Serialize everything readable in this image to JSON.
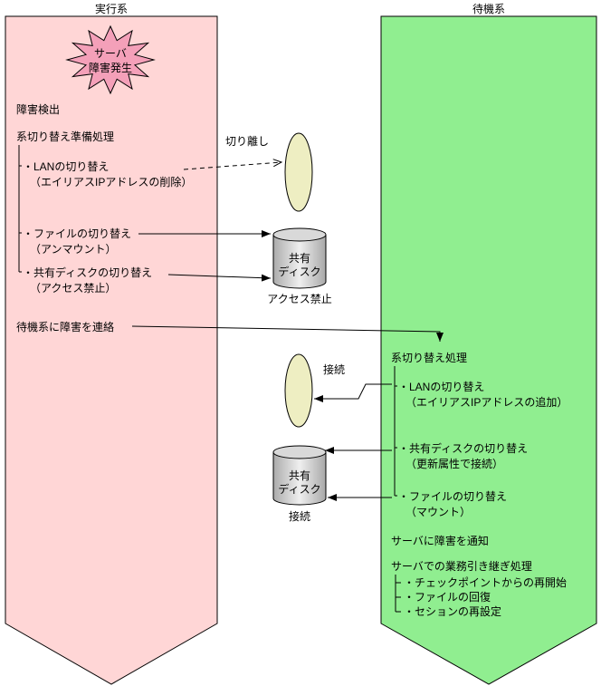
{
  "colors": {
    "active_panel": "#FFD6D6",
    "standby_panel": "#90EE90",
    "burst": "#F4A0B9",
    "lan_ellipse": "#EEEEC2",
    "disk_top": "#D9D9D9"
  },
  "active": {
    "title": "実行系",
    "burst_line1": "サーバ",
    "burst_line2": "障害発生",
    "detect": "障害検出",
    "prep_header": "系切り替え準備処理",
    "step_lan": "・LANの切り替え",
    "step_lan_sub": "（エイリアスIPアドレスの削除）",
    "step_file": "・ファイルの切り替え",
    "step_file_sub": "（アンマウント）",
    "step_disk": "・共有ディスクの切り替え",
    "step_disk_sub": "（アクセス禁止）",
    "notify": "待機系に障害を連絡"
  },
  "standby": {
    "title": "待機系",
    "switch_header": "系切り替え処理",
    "step_lan": "・LANの切り替え",
    "step_lan_sub": "（エイリアスIPアドレスの追加）",
    "step_disk": "・共有ディスクの切り替え",
    "step_disk_sub": "（更新属性で接続）",
    "step_file": "・ファイルの切り替え",
    "step_file_sub": "（マウント）",
    "notify": "サーバに障害を通知",
    "takeover_header": "サーバでの業務引き継ぎ処理",
    "takeover_1": "・チェックポイントからの再開始",
    "takeover_2": "・ファイルの回復",
    "takeover_3": "・セションの再設定"
  },
  "middle": {
    "detach_label": "切り離し",
    "connect_label": "接続",
    "disk1_line1": "共有",
    "disk1_line2": "ディスク",
    "disk1_caption": "アクセス禁止",
    "disk2_line1": "共有",
    "disk2_line2": "ディスク",
    "disk2_caption": "接続"
  }
}
